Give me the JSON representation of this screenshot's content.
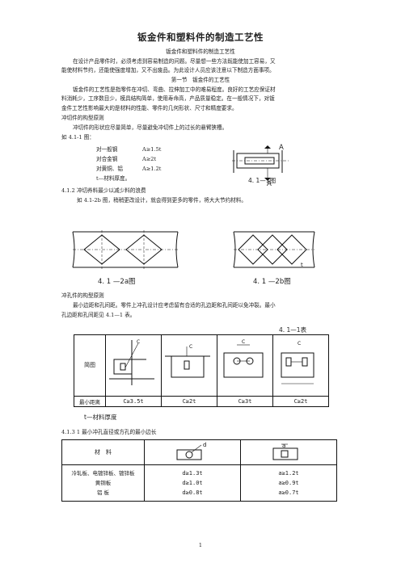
{
  "doc": {
    "title": "钣金件和塑料件的制造工艺性",
    "subtitle": "钣金件和塑料件的制造工艺性",
    "intro": [
      "在设计产品零件时，必须考虑到容易制造的问题。尽量想一些方法既能使加工容易，又",
      "能使材料节约，还能使强度增加，又不出废品。为此设计人员应该注意以下制造方面事项。"
    ],
    "section_heading": "第一节　钣金件的工艺性",
    "section_para": [
      "钣金件的工艺性是指零件在冲切、弯曲、拉伸加工中的难易程度。良好的工艺应保证材",
      "料消耗少，工序数目少，模具结构简单，使用寿命高，产品质量稳定。在一般情况下，对钣",
      "金件工艺性影响最大的是材料的性能、零件的几何形状、尺寸和精度要求。"
    ],
    "h_punch_structure": "冲切件的构型原则",
    "punch_para": "冲切件的形状应尽量简单，尽量避免冲切件上的过长的悬臂狭槽。",
    "fig_ref_1": "如 4.1-1 图：",
    "materials": [
      {
        "name": "对一般钢",
        "value": "A≥1.5t"
      },
      {
        "name": "对合金钢",
        "value": "A≥2t"
      },
      {
        "name": "对黄铜、铝",
        "value": "A≥1.2t"
      }
    ],
    "thickness_note": "t—材料厚度。",
    "fig_4_1_1_label": "4. 1—1图",
    "fig_4_1_1_letter_top": "A",
    "fig_4_1_1_letter_bottom": "A",
    "h_4_1_2": "4.1.2  冲切养料最少以减少料的浪费",
    "para_4_1_2": "如  4.1-2b 图，稍稍更改设计，就会得到更多的零件，将大大节约材料。",
    "fig_4_1_2a": "4. 1 —2a图",
    "fig_4_1_2b": "4. 1 —2b图",
    "fig_4_1_2b_letter": "t",
    "h_hole_structure": "冲孔件的构型原则",
    "hole_para": [
      "最小边距和孔间距。零件上冲孔设计应考虑留有合适的孔边距和孔间距以免冲裂。最小",
      "孔边距和孔间距见 4.1—1 表。"
    ],
    "table_4_1_1": {
      "caption": "4. 1—1表",
      "row1_header": "简图",
      "row2_header": "最小距离",
      "values": [
        "C≥3.5t",
        "C≥2t",
        "C≥3t",
        "C≥2t"
      ],
      "dim_letter": "C",
      "note": "t—材料厚度"
    },
    "h_4_1_3": "4.1.3 1  最小冲孔直径或方孔的最小边长",
    "table_4_1_3": {
      "header_material": "材　料",
      "round_dim": "d",
      "square_dim": "a",
      "rows": [
        {
          "material": "冷轧板、电镀锌板、镀锌板",
          "round": "d≥1.3t",
          "square": "a≥1.2t"
        },
        {
          "material": "黄铜板",
          "round": "d≥1.0t",
          "square": "a≥0.9t"
        },
        {
          "material": "铝  板",
          "round": "d≥0.8t",
          "square": "a≥0.7t"
        }
      ]
    },
    "page_number": "1"
  }
}
